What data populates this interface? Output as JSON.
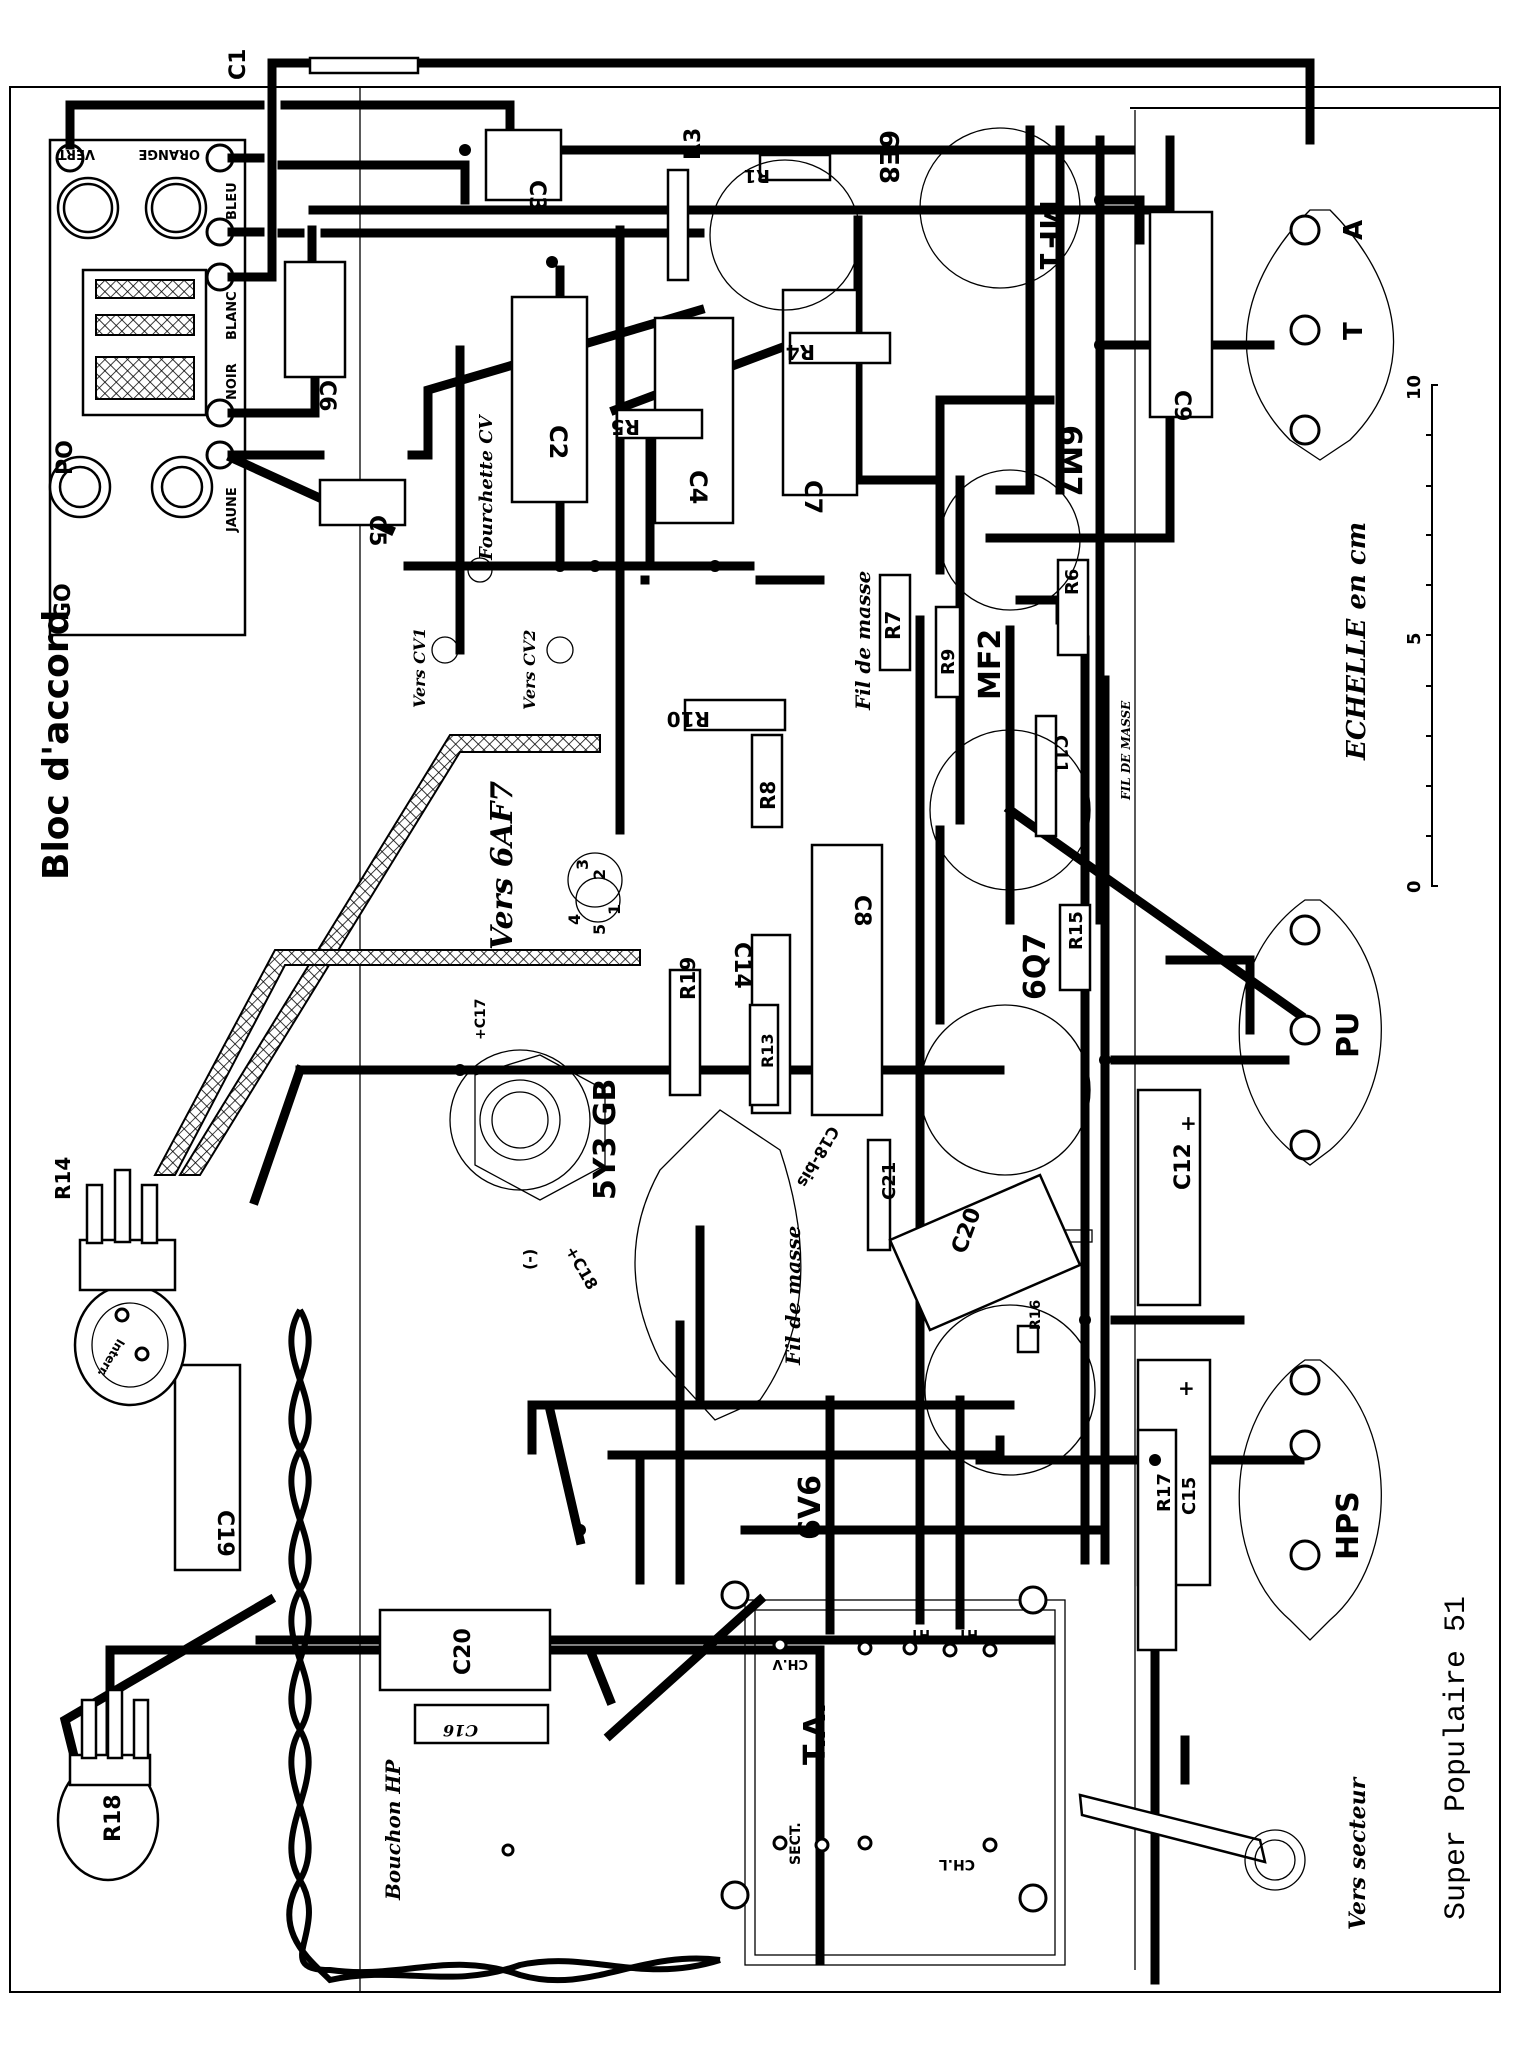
{
  "title": "Super Populaire 51",
  "bloc_accord": {
    "label": "Bloc d'accord",
    "terminals": [
      "VERT",
      "ORANGE",
      "BLEU",
      "BLANC",
      "NOIR",
      "JAUNE"
    ],
    "bands": [
      "PO",
      "GO"
    ]
  },
  "components": {
    "capacitors": [
      "C1",
      "C2",
      "C3",
      "C4",
      "C5",
      "C6",
      "C7",
      "C8",
      "C9",
      "C11",
      "C12",
      "C14",
      "C15",
      "C16",
      "C17",
      "C18",
      "C18-bis",
      "C19",
      "C20",
      "C20",
      "C21"
    ],
    "resistors": [
      "R1",
      "R3",
      "R4",
      "R5",
      "R6",
      "R7",
      "R8",
      "R9",
      "R10",
      "R13",
      "R14",
      "R15",
      "R16",
      "R17",
      "R18",
      "R19"
    ],
    "tubes": [
      "6E8",
      "6M7",
      "6AF7",
      "6Q7",
      "5Y3GB",
      "6V6"
    ],
    "transformers": [
      "MF1",
      "MF2",
      "T.A."
    ]
  },
  "labels": {
    "c1": "C1",
    "c2": "C2",
    "c3": "C3",
    "c4": "C4",
    "c5": "C5",
    "c6": "C6",
    "c7": "C7",
    "c8": "C8",
    "c9": "C9",
    "c11": "C11",
    "c12": "C12",
    "c14": "C14",
    "c15": "C15",
    "c16": "C16",
    "c17": "+C17",
    "c18": "+C18",
    "c18bis": "C18-bis",
    "c19": "C19",
    "c20a": "C20",
    "c20b": "C20",
    "c21": "C21",
    "r1": "R1",
    "r3": "R3",
    "r4": "R4",
    "r5": "R5",
    "r6": "R6",
    "r7": "R7",
    "r8": "R8",
    "r9": "R9",
    "r10": "R10",
    "r13": "R13",
    "r14": "R14",
    "r15": "R15",
    "r16": "R16",
    "r17": "R17",
    "r18": "R18",
    "r19": "R19",
    "t6e8": "6E8",
    "t6m7": "6M7",
    "t6q7": "6Q7",
    "t5y3": "5Y3 GB",
    "t6v6": "6V6",
    "mf1": "MF1",
    "mf2": "MF2",
    "ta": "T.A.",
    "vers6af7": "Vers 6AF7",
    "pins6af7": [
      "1",
      "2",
      "3",
      "4",
      "5"
    ],
    "vers_cv1": "Vers CV1",
    "vers_cv2": "Vers CV2",
    "fourchette": "Fourchette CV",
    "fil_masse_1": "Fil de masse",
    "fil_masse_2": "Fil de masse",
    "fil_masse_3": "FIL DE MASSE",
    "interr": "Interr.",
    "bouchon": "Bouchon HP",
    "vers_secteur": "Vers secteur",
    "minus_c18": "(-)",
    "ta_terms": [
      "CH.V",
      "HT",
      "HT",
      "SECT.",
      "CH.L"
    ],
    "sockets": {
      "A": "A",
      "T": "T",
      "PU": "PU",
      "HPS": "HPS"
    },
    "plus": "+",
    "minus": "-"
  },
  "scale": {
    "label": "ECHELLE en cm",
    "unit": "cm",
    "ticks": [
      "0",
      "5",
      "10"
    ],
    "range": [
      0,
      10
    ]
  }
}
